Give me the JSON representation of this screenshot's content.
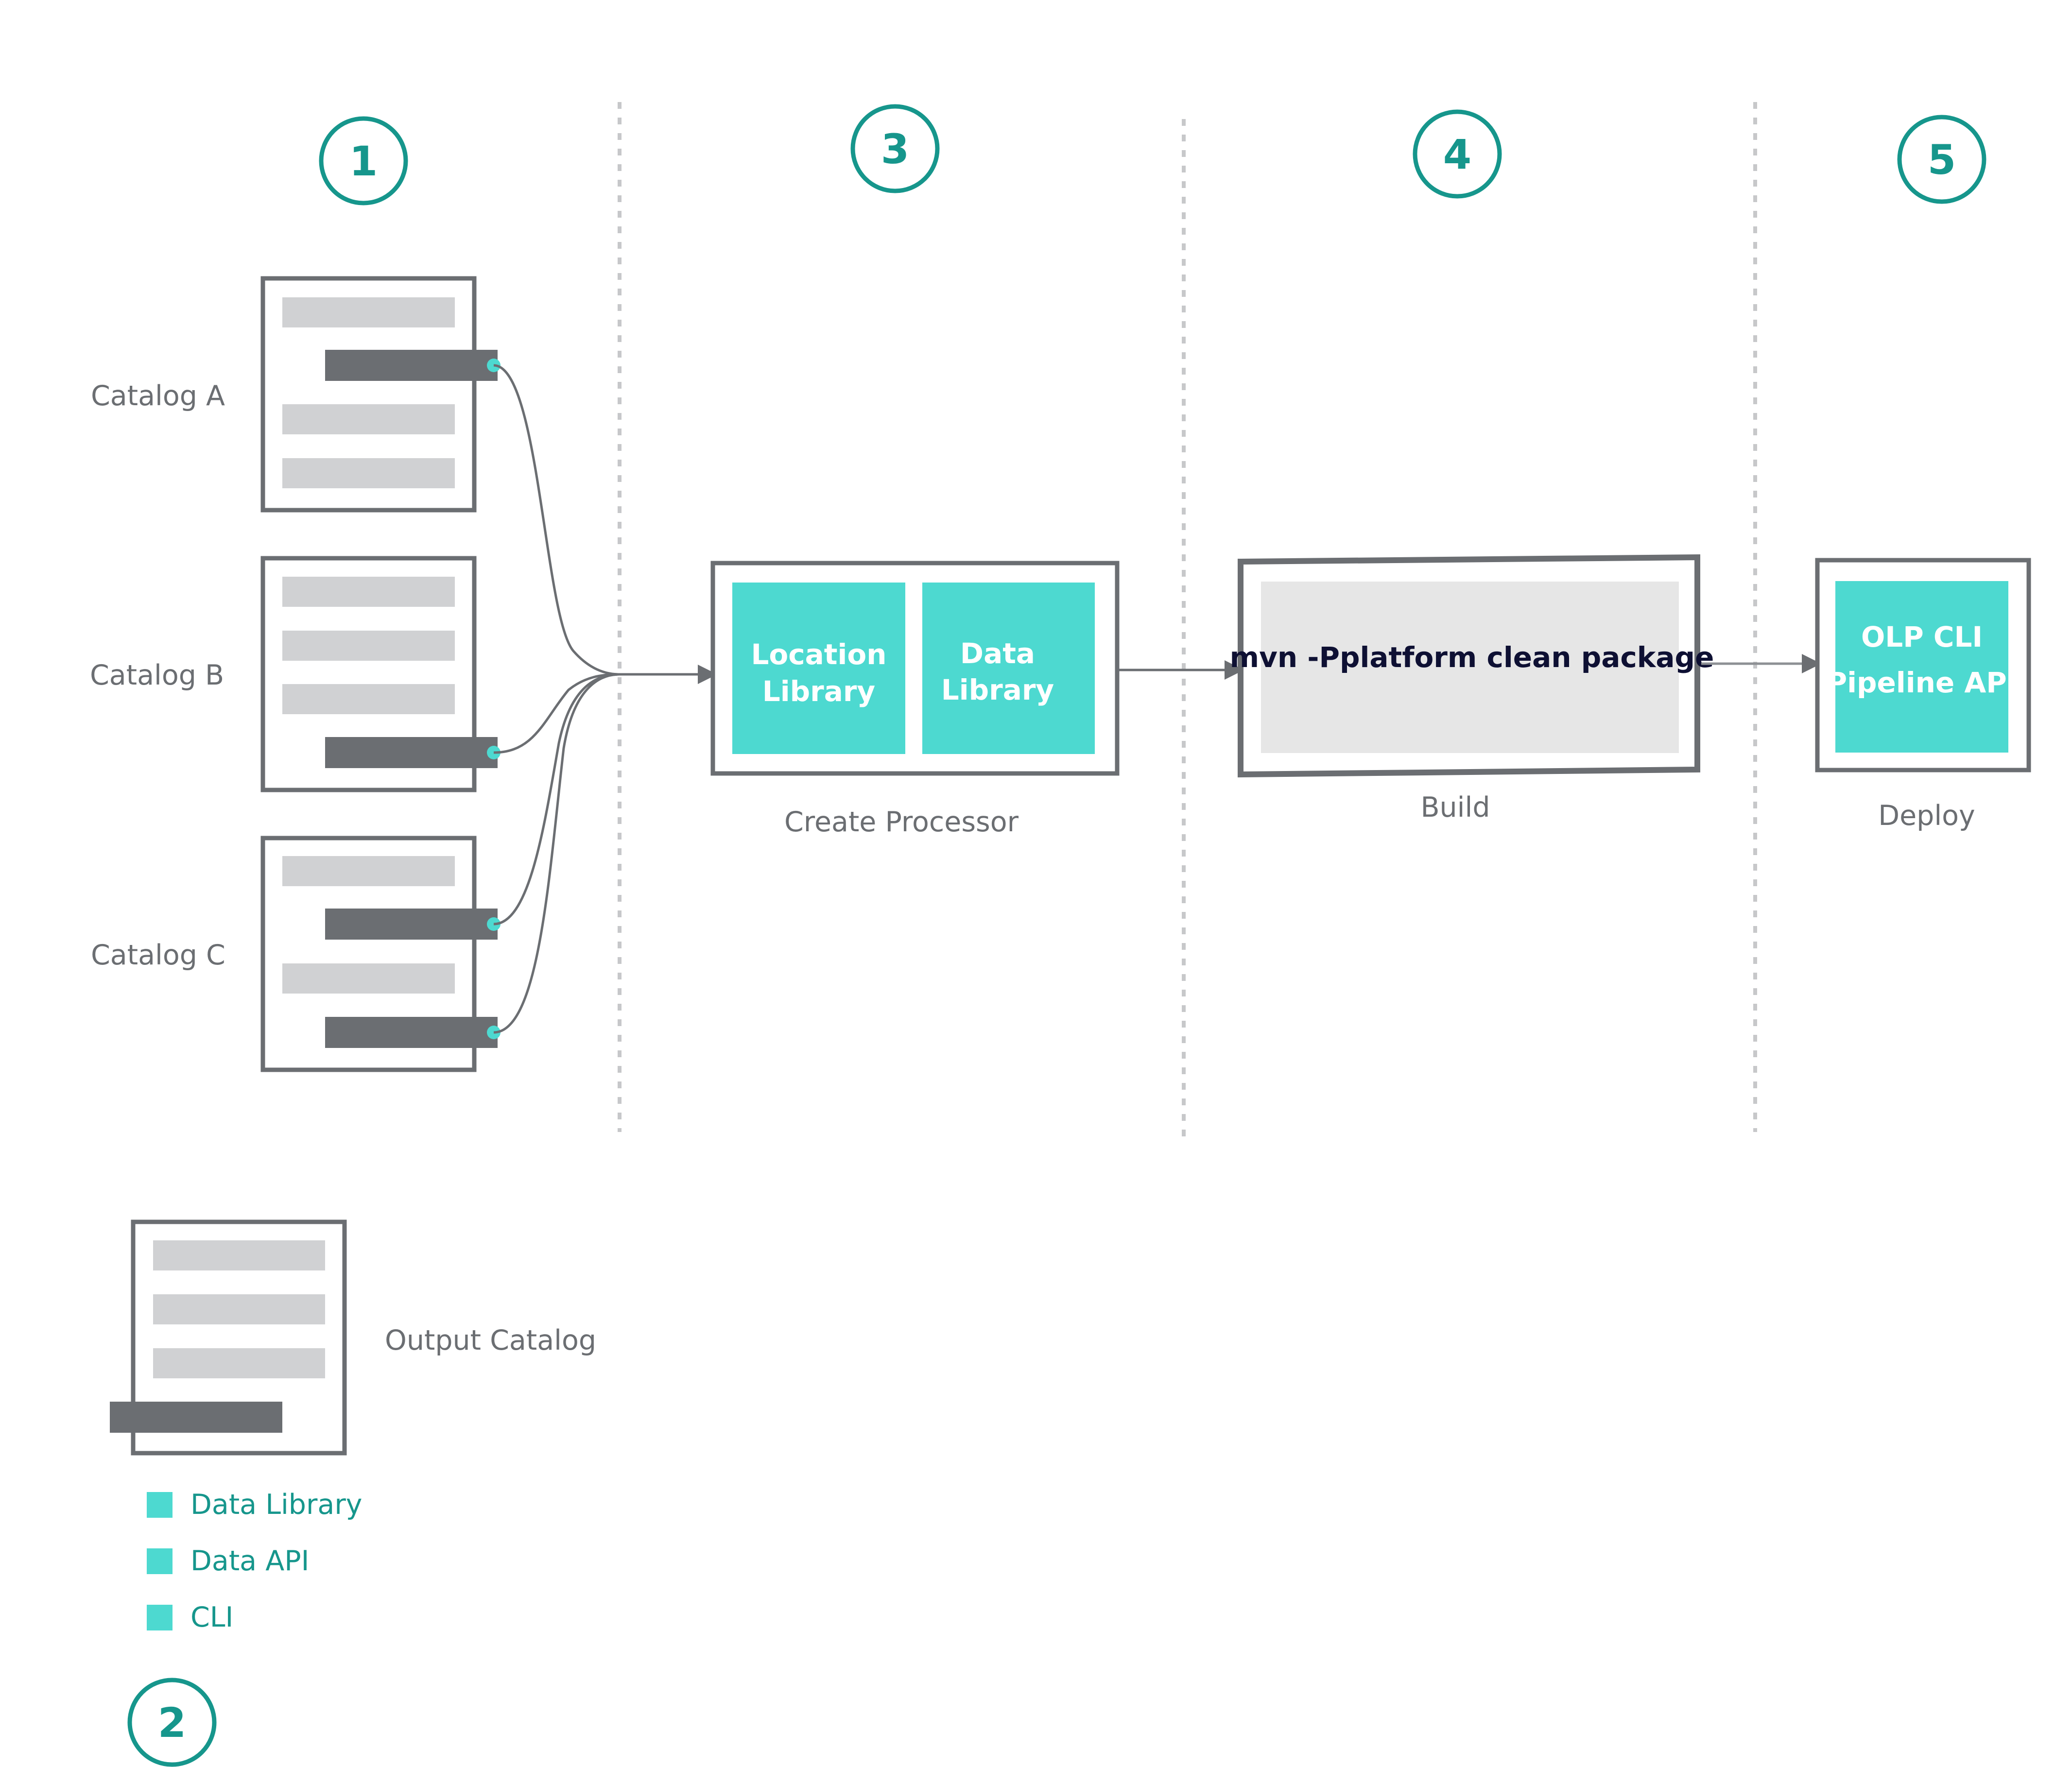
{
  "steps": [
    {
      "num": "1"
    },
    {
      "num": "2"
    },
    {
      "num": "3"
    },
    {
      "num": "4"
    },
    {
      "num": "5"
    }
  ],
  "catalogs": [
    {
      "label": "Catalog A"
    },
    {
      "label": "Catalog B"
    },
    {
      "label": "Catalog C"
    }
  ],
  "processor": {
    "caption": "Create Processor",
    "location_library": [
      "Location",
      "Library"
    ],
    "data_library": [
      "Data",
      "Library"
    ]
  },
  "build": {
    "caption": "Build",
    "command": "mvn -Pplatform clean package"
  },
  "deploy": {
    "caption": "Deploy",
    "lines": [
      "OLP CLI",
      "Pipeline API"
    ]
  },
  "output_catalog": {
    "label": "Output Catalog"
  },
  "legend": [
    {
      "label": "Data Library"
    },
    {
      "label": "Data API"
    },
    {
      "label": "CLI"
    }
  ],
  "colors": {
    "accent": "#4dd9d0",
    "step_ring": "#16968c",
    "box_border": "#6b6e72",
    "light_bar": "#d0d1d3",
    "dark_bar": "#6b6e72",
    "connector": "#6b6e72",
    "build_fill": "#e6e6e6"
  }
}
